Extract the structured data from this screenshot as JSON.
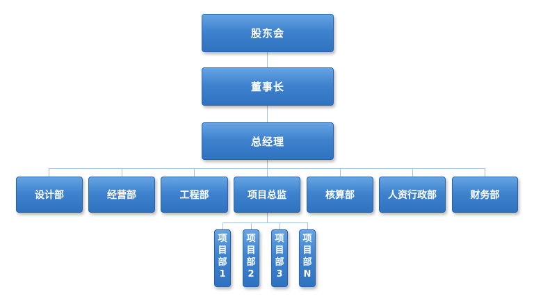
{
  "org_chart": {
    "shareholders": "股东会",
    "chairman": "董事长",
    "general_manager": "总经理",
    "departments": [
      "设计部",
      "经营部",
      "工程部",
      "项目总监",
      "核算部",
      "人资行政部",
      "财务部"
    ],
    "projects": [
      "项目部1",
      "项目部2",
      "项目部3",
      "项目部N"
    ]
  },
  "colors": {
    "box_top": "#66a4e2",
    "box_bottom": "#2f72bf",
    "border": "#2b63a8",
    "connector": "#a8c4e4",
    "text": "#ffffff"
  }
}
